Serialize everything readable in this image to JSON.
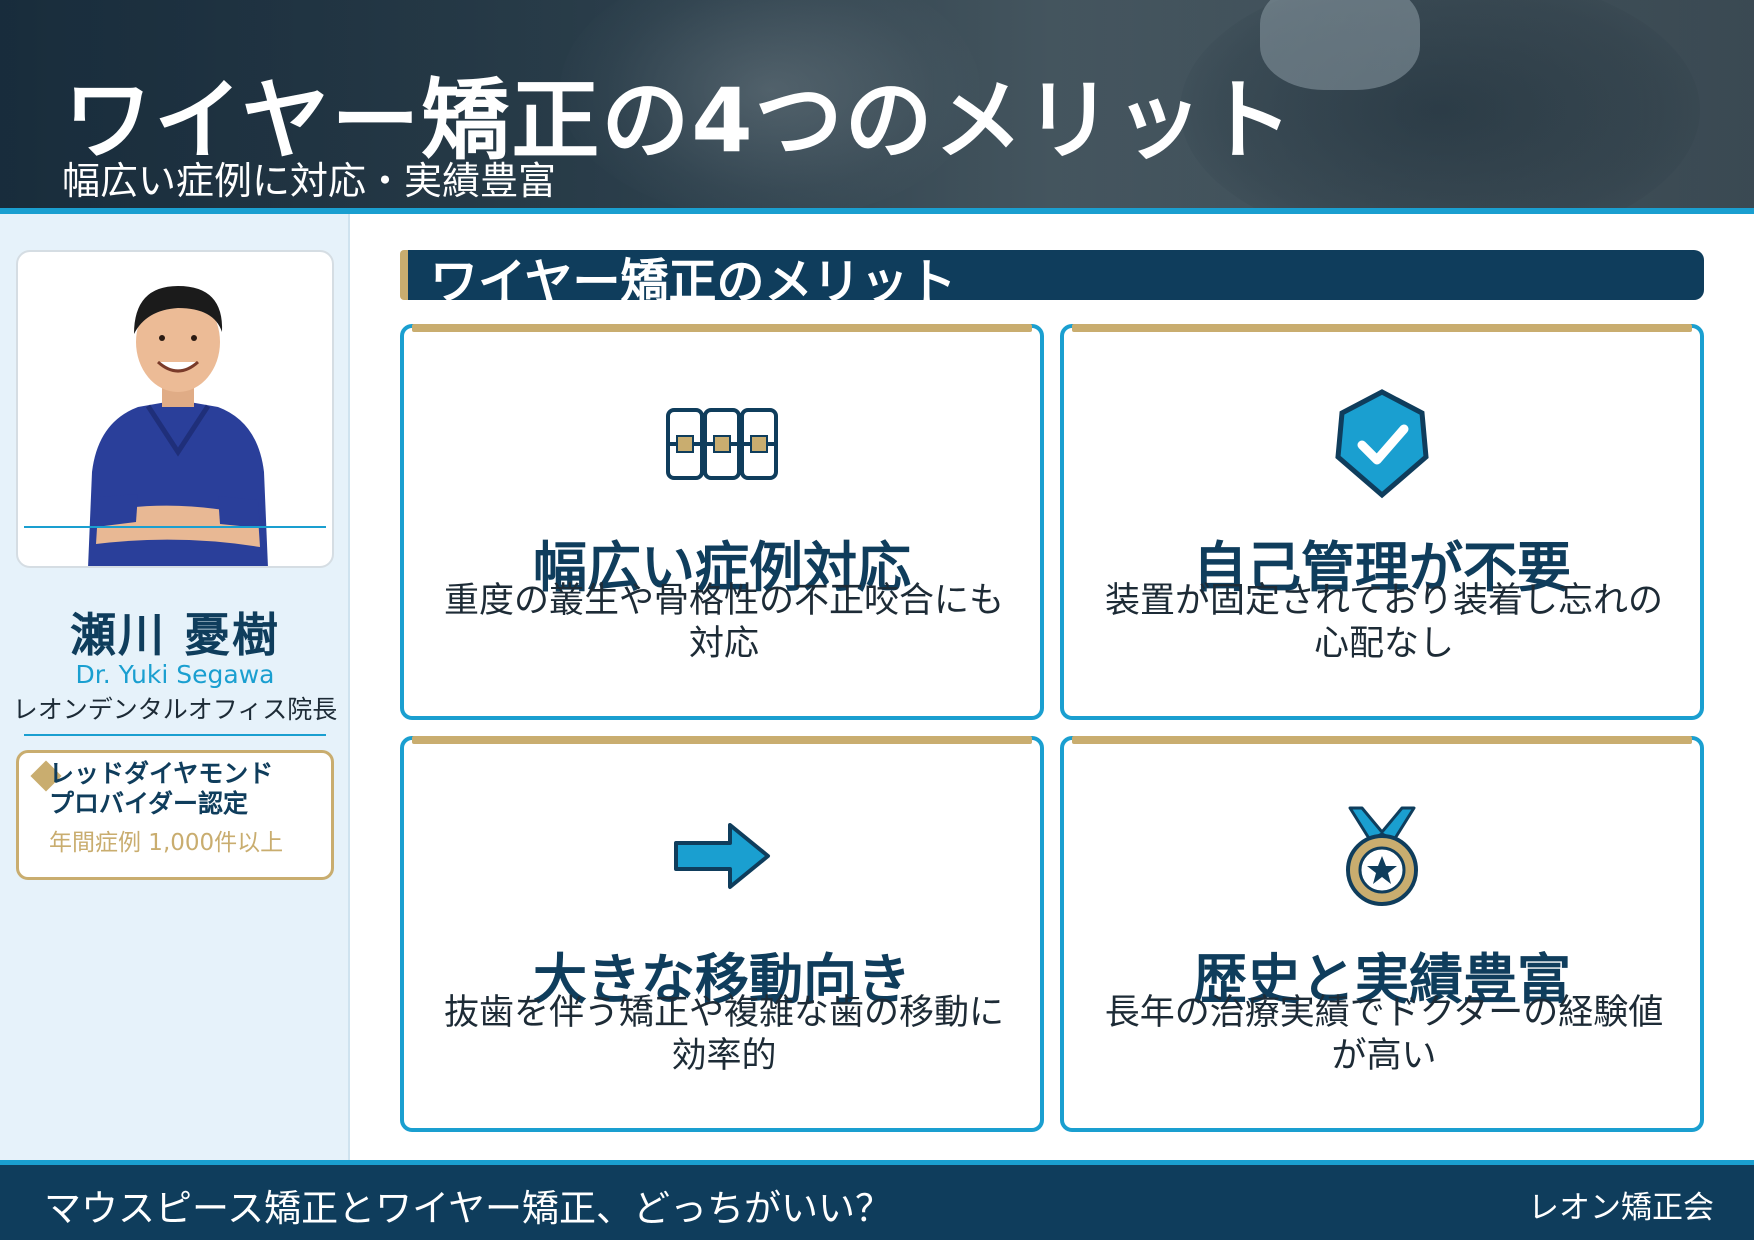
{
  "header": {
    "title": "ワイヤー矯正の4つのメリット",
    "subtitle": "幅広い症例に対応・実績豊富"
  },
  "sidebar": {
    "name": "瀬川 憂樹",
    "name_en": "Dr. Yuki Segawa",
    "role": "レオンデンタルオフィス院長",
    "badge": {
      "line1": "レッドダイヤモンド",
      "line2": "プロバイダー認定",
      "sub": "年間症例 1,000件以上"
    }
  },
  "section": {
    "title": "ワイヤー矯正のメリット"
  },
  "cards": [
    {
      "icon": "braces-icon",
      "title": "幅広い症例対応",
      "desc": "重度の叢生や骨格性の不正咬合にも対応"
    },
    {
      "icon": "shield-check-icon",
      "title": "自己管理が不要",
      "desc": "装置が固定されており装着し忘れの心配なし"
    },
    {
      "icon": "arrow-right-icon",
      "title": "大きな移動向き",
      "desc": "抜歯を伴う矯正や複雑な歯の移動に効率的"
    },
    {
      "icon": "medal-icon",
      "title": "歴史と実績豊富",
      "desc": "長年の治療実績でドクターの経験値が高い"
    }
  ],
  "footer": {
    "left": "マウスピース矯正とワイヤー矯正、どっちがいい？",
    "right": "レオン矯正会"
  },
  "colors": {
    "navy": "#0f3d5c",
    "accent_blue": "#1a9fd0",
    "gold": "#c9ad6f",
    "sidebar_bg": "#e6f2fa"
  }
}
